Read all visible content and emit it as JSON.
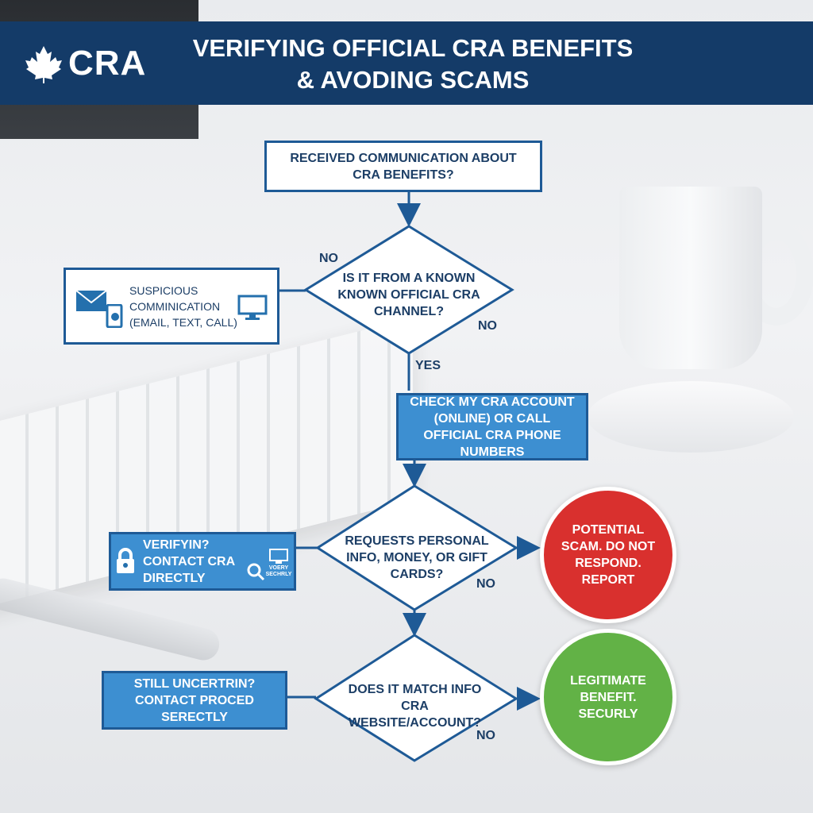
{
  "header": {
    "logo": "CRA",
    "title_line1": "VERIFYING OFFICIAL CRA BENEFITS",
    "title_line2": "& AVODING SCAMS"
  },
  "flow": {
    "start": "RECEIVED COMMUNICATION ABOUT CRA BENEFITS?",
    "decision1": "IS IT FROM A KNOWN KNOWN OFFICIAL CRA CHANNEL?",
    "suspicious": "SUSPICIOUS COMMINICATION (EMAIL, TEXT, CALL)",
    "check": "CHECK MY CRA ACCOUNT (ONLINE) OR CALL OFFICIAL CRA PHONE NUMBERS",
    "decision2": "REQUESTS PERSONAL INFO, MONEY, OR GIFT CARDS?",
    "verify": "VERIFYIN? CONTACT CRA DIRECTLY",
    "verify_small": "VOERY SECHRLY",
    "scam": "POTENTIAL SCAM. DO NOT RESPOND. REPORT",
    "decision3": "DOES IT MATCH INFO CRA WEBSITE/ACCOUNT?",
    "uncertain": "STILL UNCERTRIN? CONTACT PROCED SERECTLY",
    "legit": "LEGITIMATE BENEFIT. SECURLY"
  },
  "labels": {
    "no1": "NO",
    "no2": "NO",
    "yes": "YES",
    "no3": "NO",
    "no4": "NO"
  },
  "colors": {
    "navy": "#143b68",
    "blue": "#3d8fd1",
    "red": "#d9302e",
    "green": "#62b246"
  }
}
